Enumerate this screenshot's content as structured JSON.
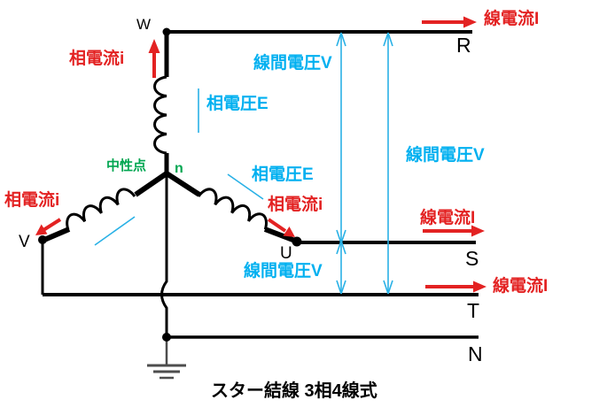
{
  "title": {
    "caption": "スター結線 3相4線式"
  },
  "colors": {
    "phase_line_current_red": "#e32222",
    "voltage_cyan": "#00b0f0",
    "neutral_green": "#00a651",
    "wire_black": "#000000",
    "ground_gray": "#4d4d4d"
  },
  "labels": {
    "phase_current": "相電流i",
    "line_current": "線電流I",
    "phase_voltage": "相電圧E",
    "line_voltage": "線間電圧V",
    "neutral_point": "中性点"
  },
  "terminals": {
    "w": "W",
    "v": "V",
    "u": "U",
    "neutral": "n"
  },
  "conductors": {
    "r": "R",
    "s": "S",
    "t": "T",
    "n": "N"
  }
}
